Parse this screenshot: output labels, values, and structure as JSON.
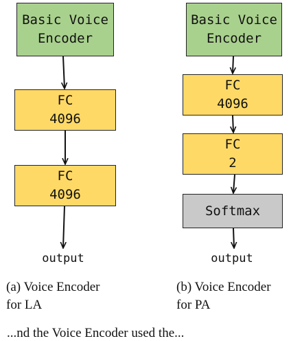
{
  "left_diagram": {
    "encoder": {
      "line1": "Basic Voice",
      "line2": "Encoder"
    },
    "fc1": {
      "line1": "FC",
      "line2": "4096"
    },
    "fc2": {
      "line1": "FC",
      "line2": "4096"
    },
    "output": "output",
    "caption": {
      "line1": "(a) Voice Encoder",
      "line2": "for LA"
    }
  },
  "right_diagram": {
    "encoder": {
      "line1": "Basic Voice",
      "line2": "Encoder"
    },
    "fc1": {
      "line1": "FC",
      "line2": "4096"
    },
    "fc2": {
      "line1": "FC",
      "line2": "2"
    },
    "softmax": "Softmax",
    "output": "output",
    "caption": {
      "line1": "(b) Voice Encoder",
      "line2": "for PA"
    }
  },
  "footer_text": "...nd the Voice Encoder used the..."
}
